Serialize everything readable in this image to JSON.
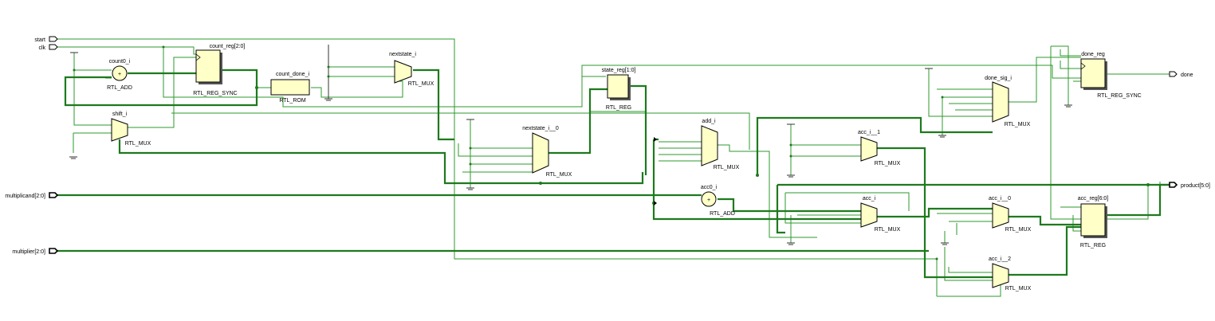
{
  "colors": {
    "background": "#ffffff",
    "wire": "#2e9a2e",
    "bus": "#1d7a1d",
    "cell_fill": "#ffffc8",
    "cell_stroke": "#000000",
    "ground": "#333333"
  },
  "ports": {
    "start": "start",
    "clk": "clk",
    "multiplicand": "multiplicand[2:0]",
    "multiplier": "multiplier[2:0]",
    "done": "done",
    "product": "product[5:0]"
  },
  "cells": {
    "count0_i": {
      "name": "count0_i",
      "type": "RTL_ADD",
      "symbol": "+"
    },
    "count_reg": {
      "name": "count_reg[2:0]",
      "type": "RTL_REG_SYNC"
    },
    "count_done_i": {
      "name": "count_done_i",
      "type": "RTL_ROM"
    },
    "nextstate_i": {
      "name": "nextstate_i",
      "type": "RTL_MUX"
    },
    "shift_i": {
      "name": "shift_i",
      "type": "RTL_MUX"
    },
    "nextstate_i_0": {
      "name": "nextstate_i__0",
      "type": "RTL_MUX"
    },
    "state_reg": {
      "name": "state_reg[1:0]",
      "type": "RTL_REG"
    },
    "add_i": {
      "name": "add_i",
      "type": "RTL_MUX"
    },
    "acc0_i": {
      "name": "acc0_i",
      "type": "RTL_ADD",
      "symbol": "+"
    },
    "acc_i_1": {
      "name": "acc_i__1",
      "type": "RTL_MUX"
    },
    "acc_i": {
      "name": "acc_i",
      "type": "RTL_MUX"
    },
    "done_sig_i": {
      "name": "done_sig_i",
      "type": "RTL_MUX"
    },
    "acc_i_0": {
      "name": "acc_i__0",
      "type": "RTL_MUX"
    },
    "acc_i_2": {
      "name": "acc_i__2",
      "type": "RTL_MUX"
    },
    "done_reg": {
      "name": "done_reg",
      "type": "RTL_REG_SYNC"
    },
    "acc_reg": {
      "name": "acc_reg[6:0]",
      "type": "RTL_REG"
    }
  }
}
